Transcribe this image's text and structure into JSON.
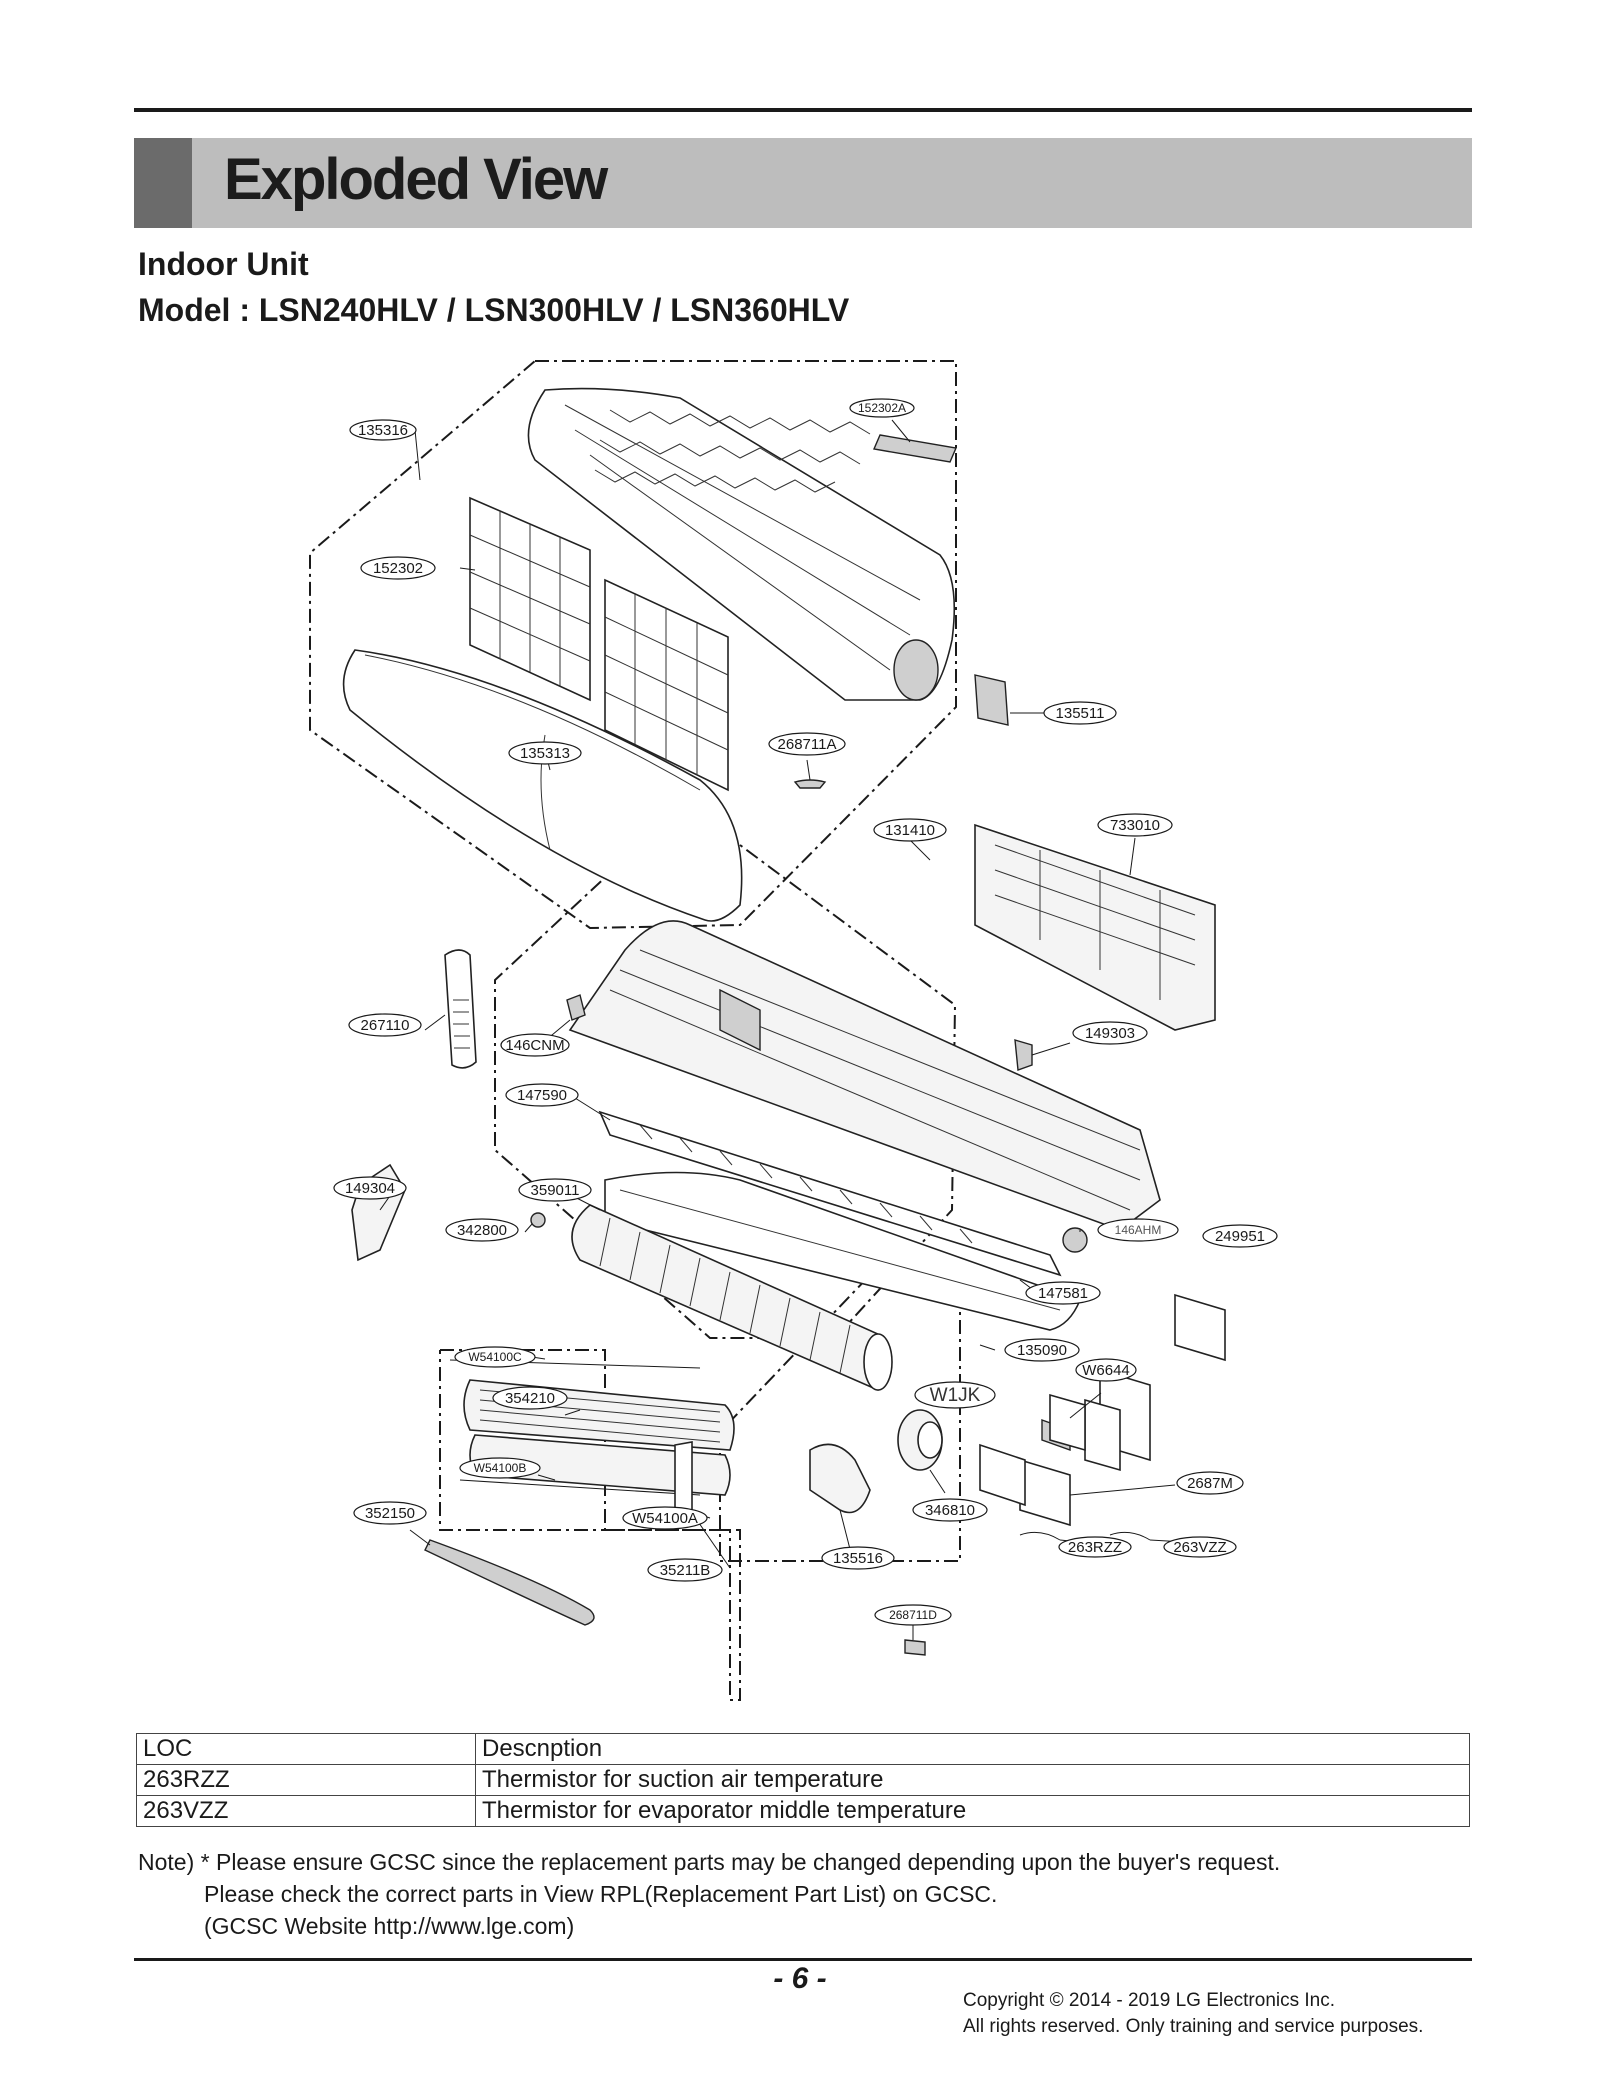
{
  "header": {
    "title": "Exploded View",
    "subtitle_1": "Indoor Unit",
    "subtitle_2": "Model : LSN240HLV / LSN300HLV / LSN360HLV"
  },
  "diagram": {
    "labels": {
      "p135316": "135316",
      "p152302A": "152302A",
      "p152302": "152302",
      "p135511": "135511",
      "p135313": "135313",
      "p268711A": "268711A",
      "p131410": "131410",
      "p733010": "733010",
      "p267110": "267110",
      "p146CNM": "146CNM",
      "p149303": "149303",
      "p147590": "147590",
      "p149304": "149304",
      "p359011": "359011",
      "p342800": "342800",
      "p146AHM": "146AHM",
      "p249951": "249951",
      "p147581": "147581",
      "p135090": "135090",
      "pW54100C": "W54100C",
      "pW6644": "W6644",
      "p354210": "354210",
      "pW1JK": "W1JK",
      "pW54100B": "W54100B",
      "p2687M": "2687M",
      "p352150": "352150",
      "pW54100A": "W54100A",
      "p346810": "346810",
      "p263RZZ": "263RZZ",
      "p263VZZ": "263VZZ",
      "p135516": "135516",
      "p35211B": "35211B",
      "p268711D": "268711D"
    }
  },
  "table": {
    "header": [
      "LOC",
      "Descnption"
    ],
    "rows": [
      [
        "263RZZ",
        "Thermistor for suction air temperature"
      ],
      [
        "263VZZ",
        "Thermistor for evaporator middle temperature"
      ]
    ]
  },
  "note": {
    "line1": "Note) * Please ensure GCSC since the replacement parts may be changed depending upon the buyer's request.",
    "line2": "Please check  the correct parts in View RPL(Replacement Part List) on GCSC.",
    "line3": "(GCSC Website  http://www.lge.com)"
  },
  "footer": {
    "page": "- 6 -",
    "copyright_1": "Copyright © 2014 - 2019 LG Electronics Inc.",
    "copyright_2": "All rights reserved. Only training and service purposes."
  }
}
